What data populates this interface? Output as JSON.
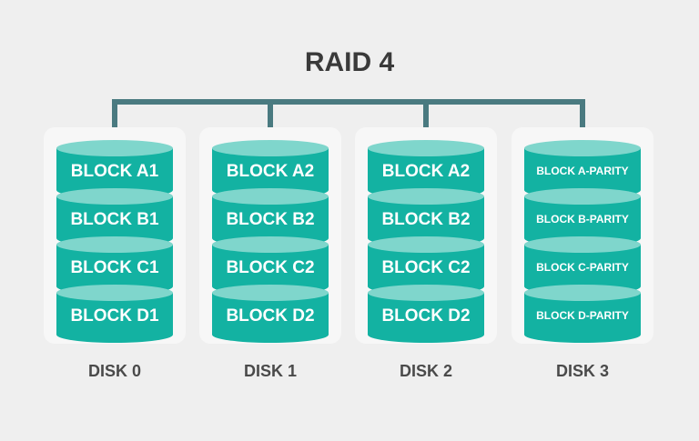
{
  "title": "RAID 4",
  "colors": {
    "background": "#efefef",
    "disk_panel": "#f7f7f7",
    "block_side": "#13b2a2",
    "block_top": "#7fd6cc",
    "connector": "#4a7a80",
    "label_text": "#ffffff",
    "title_text": "#3a3a3a",
    "disk_text": "#4a4a4a"
  },
  "disks": [
    {
      "label": "DISK 0",
      "blocks": [
        "BLOCK A1",
        "BLOCK B1",
        "BLOCK C1",
        "BLOCK D1"
      ]
    },
    {
      "label": "DISK 1",
      "blocks": [
        "BLOCK A2",
        "BLOCK B2",
        "BLOCK C2",
        "BLOCK D2"
      ]
    },
    {
      "label": "DISK 2",
      "blocks": [
        "BLOCK A2",
        "BLOCK B2",
        "BLOCK C2",
        "BLOCK D2"
      ]
    },
    {
      "label": "DISK 3",
      "blocks": [
        "BLOCK A-PARITY",
        "BLOCK B-PARITY",
        "BLOCK C-PARITY",
        "BLOCK D-PARITY"
      ]
    }
  ]
}
